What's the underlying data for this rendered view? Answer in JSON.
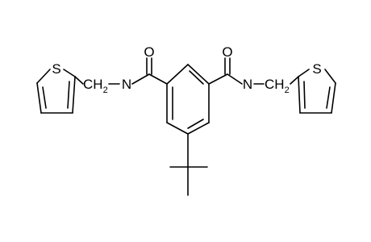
{
  "molecule": {
    "labels": {
      "sulfur_left": "S",
      "sulfur_right": "S",
      "oxygen_left": "O",
      "oxygen_right": "O",
      "nitrogen_left": "N",
      "nitrogen_right": "N",
      "methylene_left": "CH",
      "methylene_left_sub": "2",
      "methylene_right": "CH",
      "methylene_right_sub": "2"
    }
  }
}
